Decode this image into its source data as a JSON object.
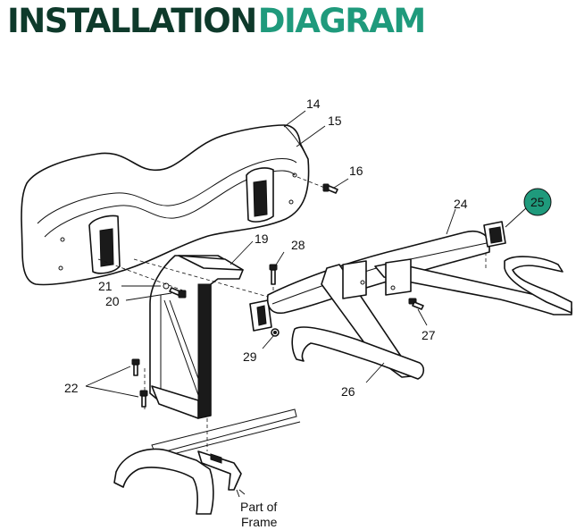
{
  "title": {
    "part1": "INSTALLATION",
    "part2": "DIAGRAM",
    "color_dark": "#0e3a2b",
    "color_accent": "#1f9a7c"
  },
  "callouts": {
    "c14": "14",
    "c15": "15",
    "c16": "16",
    "c19": "19",
    "c20": "20",
    "c21": "21",
    "c22": "22",
    "c24": "24",
    "c25": "25",
    "c26": "26",
    "c27": "27",
    "c28": "28",
    "c29": "29"
  },
  "frame_label": {
    "line1": "Part of",
    "line2": "Frame"
  },
  "highlight_color": "#1f9a7c"
}
